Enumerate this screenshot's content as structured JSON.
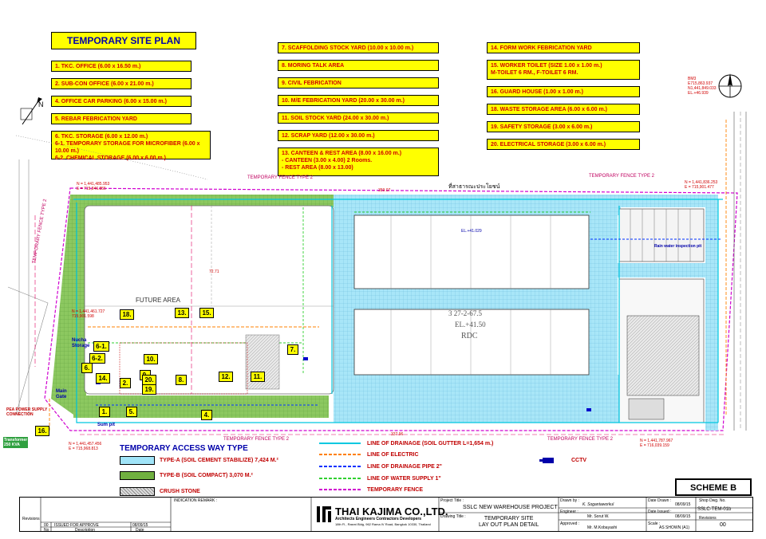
{
  "title": "TEMPORARY SITE PLAN",
  "facilities": [
    "1. TKC. OFFICE  (6.00 x 16.50 m.)",
    "2. SUB-CON OFFICE  (6.00 x 21.00 m.)",
    "4. OFFICE CAR PARKING  (6.00 x 15.00 m.)",
    "5. REBAR FEBRICATION YARD",
    "6. TKC. STORAGE  (6.00 x 12.00 m.)\n6-1. TEMPORARY STORAGE FOR MICROFIBER  (6.00 x 10.00 m.)\n6-2. CHEMICAL STORAGE  (6.00 x 6.00 m.)",
    "7. SCAFFOLDING STOCK YARD  (10.00 x 10.00 m.)",
    "8. MORING TALK AREA",
    "9. CIVIL FEBRICATION",
    "10. M/E FEBRICATION YARD  (20.00 x 30.00 m.)",
    "11. SOIL STOCK YARD  (24.00 x 30.00 m.)",
    "12. SCRAP YARD  (12.00 x 30.00 m.)",
    "13. CANTEEN & REST AREA  (8.00 x 16.00 m.)\n   - CANTEEN  (3.00 x 4.00)  2 Rooms.\n   - REST AREA  (8.00 x 13.00)",
    "14. FORM WORK FEBRICATION YARD",
    "15. WORKER TOILET  (SIZE 1.00 x 1.00 m.)\n     M-TOILET 6 RM., F-TOILET 6 RM.",
    "16. GUARD HOUSE  (1.00 x 1.00 m.)",
    "18. WASTE STORAGE AREA  (6.00 x 6.00 m.)",
    "19. SAFETY STORAGE  (3.00 x 6.00 m.)",
    "20. ELECTRICAL STORAGE  (3.00 x 6.00 m.)"
  ],
  "plan": {
    "future_area": "FUTURE AREA",
    "building_id": "3  27-2-67.5",
    "building_el": "EL.+41.50",
    "building_rdc": "RDC",
    "fence_top_left": "TEMPORARY FENCE TYPE  2",
    "fence_top_right": "TEMPORARY FENCE TYPE  2",
    "fence_left": "TEMPORARY FENCE TYPE  2",
    "fence_bottom_left": "TEMPORARY FENCE TYPE  2",
    "fence_bottom_right": "TEMPORARY FENCE TYPE  2",
    "thai_road": "ที่สาธารณะประโยชน์",
    "dim_top": "359.07",
    "dim_bottom": "337.96",
    "coord_tl": "N = 1,441,485.953\nE = 715,846.855",
    "coord_tr": "N = 1,441,836.253\nE = 715,901.477",
    "coord_bl": "N = 1,441,457.456\nE = 715,968.813",
    "coord_br": "N = 1,441,787.967\nE = 716,039.159",
    "coord_ml": "N = 1,441,461.727\n715,901.598",
    "bm": "BM3\nE715,863.937\nN1,441,849.033\nEL.+46.939",
    "nucha_storage": "Nucha\nStorage",
    "main_gate": "Main\nGate",
    "sum_pit": "Sum pit",
    "pea": "PEA POWER SUPPLY\nCONNECTION",
    "transformer": "Transformer\n250 KVA",
    "rain_water": "Rain water inspection pit",
    "cctv": "CCTV",
    "el_label": "EL.+41.029",
    "dim_center": "72.71"
  },
  "legend": {
    "access_title": "TEMPORARY ACCESS WAY TYPE",
    "type_a": "TYPE-A (SOIL CEMENT STABILIZE)  7,424 M.²",
    "type_b": "TYPE-B (SOIL COMPACT)  3,070 M.²",
    "crush": "CRUSH STONE",
    "drainage": "LINE OF DRAINAGE (SOIL GUTTER L=1,654 m.)",
    "electric": "LINE OF ELECTRIC",
    "pipe": "LINE OF DRAINAGE PIPE 2\"",
    "water": "LINE OF WATER SUPPLY 1\"",
    "fence": "TEMPORARY FENCE",
    "cctv": "CCTV",
    "colors": {
      "drainage": "#00c8e0",
      "electric": "#ff8000",
      "pipe": "#0030ff",
      "water": "#30d030",
      "fence": "#d000d0",
      "type_a": "#a0e4f8",
      "type_b": "#70b040"
    }
  },
  "scheme": "SCHEME B",
  "titleblock": {
    "revisions": "Revisions",
    "indication_remark": "INDICATION REMARK :",
    "rev_no": "00",
    "rev_desc": "ISSUED FOR APPROVE",
    "rev_date": "08/09/15",
    "col_no": "No",
    "col_desc": "Description",
    "col_date": "Date",
    "company": "THAI KAJIMA CO.,LTD.",
    "company_sub": "Architects Engineers Contractors Developers",
    "company_addr": "18th Fl., Rasmi Bldg, 962 Rama IV Road, Bangkok 10330, Thailand",
    "project_title_label": "Project Title :",
    "project_title": "SSLC NEW WAREHOUSE PROJECT",
    "drawing_title_label": "Drawing Title :",
    "drawing_title": "TEMPORARY SITE\nLAY OUT PLAN DETAIL",
    "drawn_by_label": "Drawn by :",
    "drawn_by": "K. Sogantaworkul",
    "engineer_label": "Engineer :",
    "engineer": "Mr. Sorut W.",
    "approved_label": "Approved :",
    "approved": "Mr. M.Kobayashi",
    "date_drawn_label": "Date Drawn :",
    "date_drawn": "08/09/15",
    "date_issued_label": "Date Issued :",
    "date_issued": "08/09/15",
    "scale_label": "Scale :",
    "scale": "AS SHOWN (A1)",
    "shop_dwg_label": "Shop Dwg. No.",
    "shop_dwg": "SSLC-TEM-01b",
    "revisions_label": "Revisions",
    "revision": "00"
  }
}
